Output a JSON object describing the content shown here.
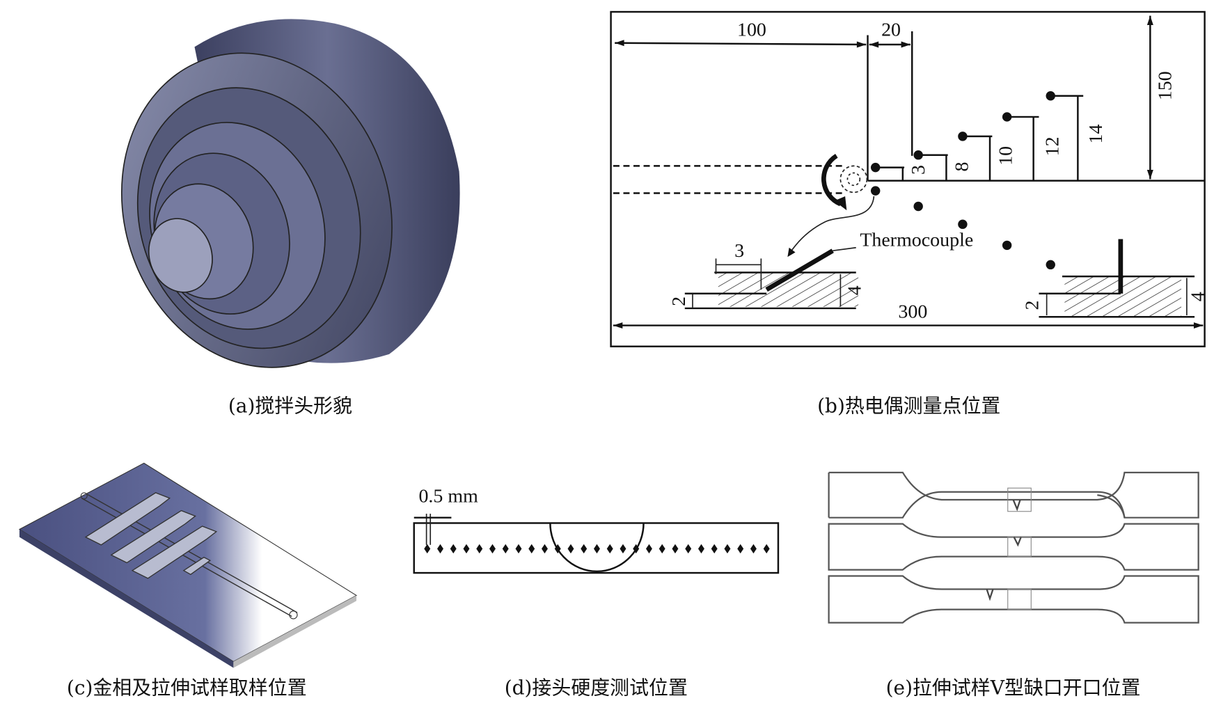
{
  "panels": {
    "a": {
      "caption": "(a)搅拌头形貌"
    },
    "b": {
      "caption": "(b)热电偶测量点位置",
      "dims": {
        "d100": "100",
        "d20": "20",
        "d150": "150",
        "d3": "3",
        "d8": "8",
        "d10": "10",
        "d12": "12",
        "d14": "14",
        "d300": "300",
        "sec_left_3": "3",
        "sec_left_2": "2",
        "sec_left_4": "4",
        "sec_right_2": "2",
        "sec_right_4": "4"
      },
      "label_thermocouple": "Thermocouple"
    },
    "c": {
      "caption": "(c)金相及拉伸试样取样位置"
    },
    "d": {
      "caption": "(d)接头硬度测试位置",
      "spacing_label": "0.5 mm",
      "indent_count": 27
    },
    "e": {
      "caption": "(e)拉伸试样V型缺口开口位置"
    }
  },
  "colors": {
    "tool_body": "#4a4f6e",
    "tool_light": "#7a7fa0",
    "plate": "#5a6088"
  }
}
